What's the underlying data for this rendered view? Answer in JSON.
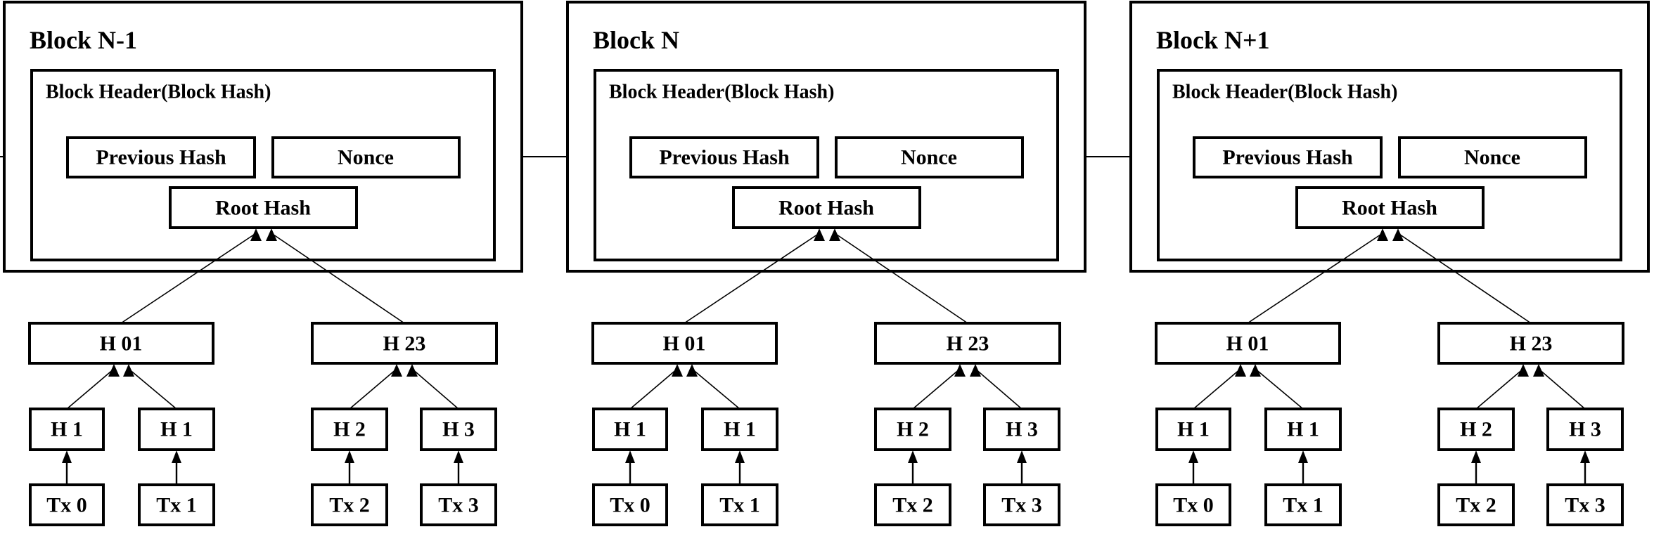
{
  "diagram": {
    "type": "blockchain-merkle-tree",
    "colors": {
      "ink": "#000000",
      "background": "#ffffff"
    }
  },
  "blocks": [
    {
      "title": "Block N-1",
      "header_label": "Block Header(Block Hash)",
      "previous_hash": "Previous Hash",
      "nonce": "Nonce",
      "root_hash": "Root Hash",
      "merkle": {
        "h01": "H 01",
        "h23": "H 23",
        "h1_left": "H 1",
        "h1_right": "H 1",
        "h2": "H 2",
        "h3": "H 3",
        "tx0": "Tx 0",
        "tx1": "Tx 1",
        "tx2": "Tx 2",
        "tx3": "Tx 3"
      }
    },
    {
      "title": "Block N",
      "header_label": "Block Header(Block Hash)",
      "previous_hash": "Previous Hash",
      "nonce": "Nonce",
      "root_hash": "Root Hash",
      "merkle": {
        "h01": "H 01",
        "h23": "H 23",
        "h1_left": "H 1",
        "h1_right": "H 1",
        "h2": "H 2",
        "h3": "H 3",
        "tx0": "Tx 0",
        "tx1": "Tx 1",
        "tx2": "Tx 2",
        "tx3": "Tx 3"
      }
    },
    {
      "title": "Block N+1",
      "header_label": "Block Header(Block Hash)",
      "previous_hash": "Previous Hash",
      "nonce": "Nonce",
      "root_hash": "Root Hash",
      "merkle": {
        "h01": "H 01",
        "h23": "H 23",
        "h1_left": "H 1",
        "h1_right": "H 1",
        "h2": "H 2",
        "h3": "H 3",
        "tx0": "Tx 0",
        "tx1": "Tx 1",
        "tx2": "Tx 2",
        "tx3": "Tx 3"
      }
    }
  ]
}
